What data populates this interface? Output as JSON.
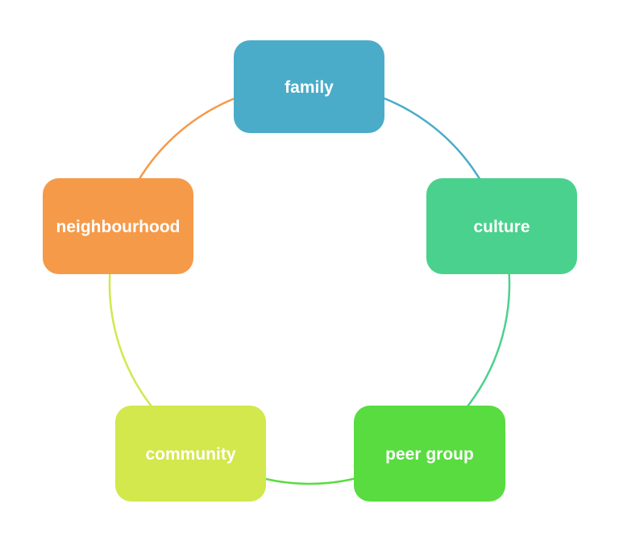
{
  "diagram": {
    "type": "cycle",
    "background_color": "#ffffff",
    "text_color": "#ffffff",
    "nodes": [
      {
        "id": "family",
        "label": "family",
        "color": "#4AACC8",
        "position": "top"
      },
      {
        "id": "culture",
        "label": "culture",
        "color": "#4AD18D",
        "position": "right"
      },
      {
        "id": "peer-group",
        "label": "peer group",
        "color": "#58DC40",
        "position": "bottom-right"
      },
      {
        "id": "community",
        "label": "community",
        "color": "#D2E84C",
        "position": "bottom-left"
      },
      {
        "id": "neighbourhood",
        "label": "neighbourhood",
        "color": "#F59A49",
        "position": "left"
      }
    ],
    "connectors": [
      {
        "from": "family",
        "to": "culture",
        "color": "#4AACC8"
      },
      {
        "from": "culture",
        "to": "peer group",
        "color": "#4AD18D"
      },
      {
        "from": "peer group",
        "to": "community",
        "color": "#58DC40"
      },
      {
        "from": "community",
        "to": "neighbourhood",
        "color": "#D2E84C"
      },
      {
        "from": "neighbourhood",
        "to": "family",
        "color": "#F59A49"
      }
    ]
  }
}
